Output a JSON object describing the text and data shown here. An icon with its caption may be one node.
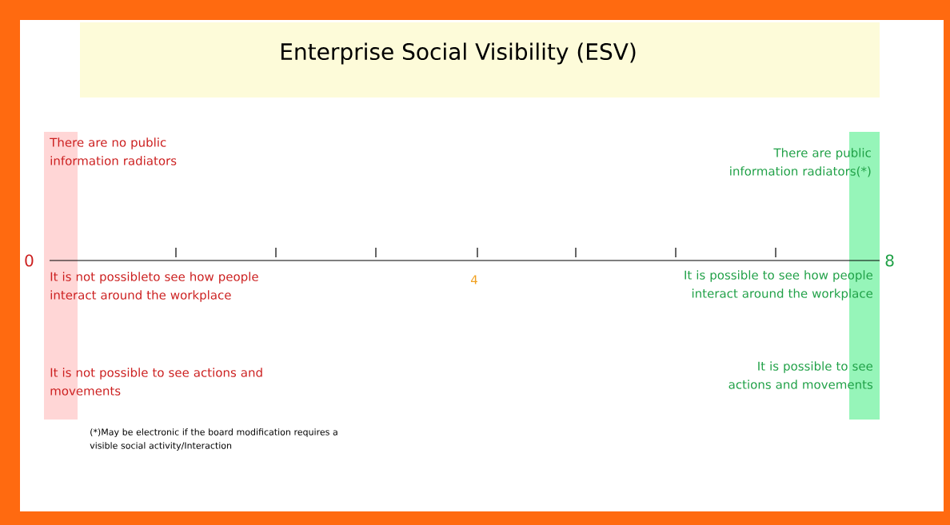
{
  "diagram": {
    "title": "Enterprise Social Visibility (ESV)",
    "labels": [
      "There are no public information radiators",
      "There are public information radiators(*)",
      "0",
      "8",
      "It is not possibleto see how people interact around the workplace",
      "4",
      "It is possible to see how people interact around the workplace",
      "It is not possible to see actions and movements",
      "It is possible to see actions and movements",
      "(*)May be electronic if the board modification requires a visible social activity/Interaction"
    ]
  }
}
